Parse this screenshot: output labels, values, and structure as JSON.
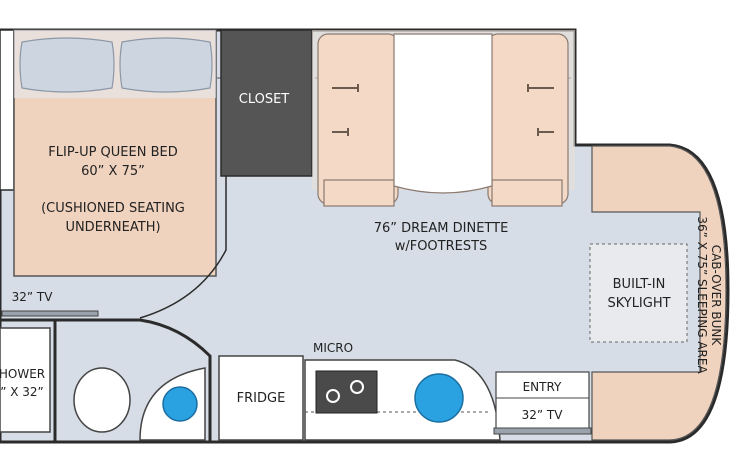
{
  "labels": {
    "closet": "CLOSET",
    "bed_line1": "FLIP-UP QUEEN BED",
    "bed_line2": "60” X 75”",
    "bed_line3": "(CUSHIONED SEATING",
    "bed_line4": "UNDERNEATH)",
    "dinette_line1": "76” DREAM DINETTE",
    "dinette_line2": "w/FOOTRESTS",
    "bunk_line1": "CAB-OVER BUNK",
    "bunk_line2": "36” X 75” SLEEPING AREA",
    "skylight_line1": "BUILT-IN",
    "skylight_line2": "SKYLIGHT",
    "tv_bedroom": "32” TV",
    "shower_line1": "HOWER",
    "shower_line2": "” X 32”",
    "micro": "MICRO",
    "fridge": "FRIDGE",
    "entry": "ENTRY",
    "tv_entry": "32” TV"
  },
  "colors": {
    "floor": "#d7dde6",
    "wall": "#2b2b2b",
    "bed": "#f0d3bf",
    "closet": "#555555",
    "cushion": "#f3d9c6",
    "table": "#ffffff",
    "sink": "#2aa1e0"
  }
}
